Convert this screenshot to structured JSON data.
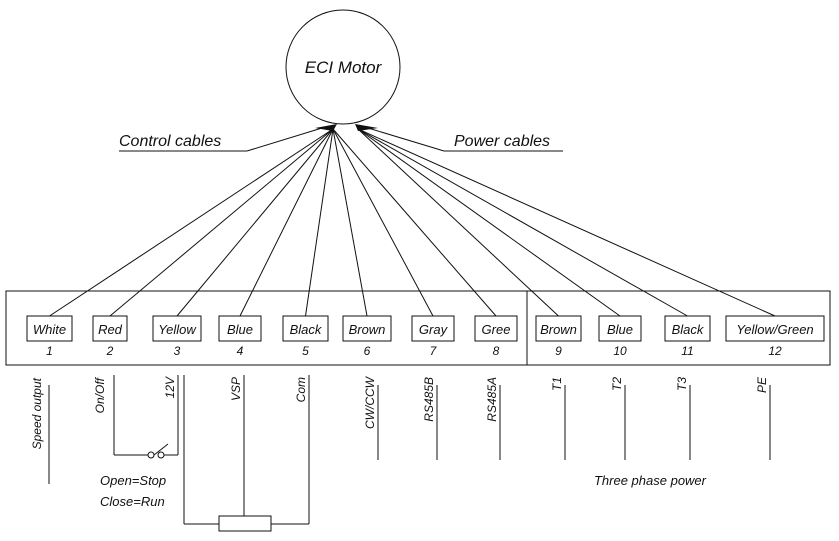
{
  "motor": {
    "label": "ECI Motor"
  },
  "cables": {
    "control_label": "Control cables",
    "power_label": "Power cables"
  },
  "terminals": [
    {
      "color": "White",
      "number": "1",
      "function": "Speed output"
    },
    {
      "color": "Red",
      "number": "2",
      "function": "On/Off"
    },
    {
      "color": "Yellow",
      "number": "3",
      "function": "12V"
    },
    {
      "color": "Blue",
      "number": "4",
      "function": "VSP"
    },
    {
      "color": "Black",
      "number": "5",
      "function": "Com"
    },
    {
      "color": "Brown",
      "number": "6",
      "function": "CW/CCW"
    },
    {
      "color": "Gray",
      "number": "7",
      "function": "RS485B"
    },
    {
      "color": "Gree",
      "number": "8",
      "function": "RS485A"
    },
    {
      "color": "Brown",
      "number": "9",
      "function": "T1"
    },
    {
      "color": "Blue",
      "number": "10",
      "function": "T2"
    },
    {
      "color": "Black",
      "number": "11",
      "function": "T3"
    },
    {
      "color": "Yellow/Green",
      "number": "12",
      "function": "PE"
    }
  ],
  "switch_note": {
    "open": "Open=Stop",
    "close": "Close=Run"
  },
  "power_note": "Three phase power"
}
